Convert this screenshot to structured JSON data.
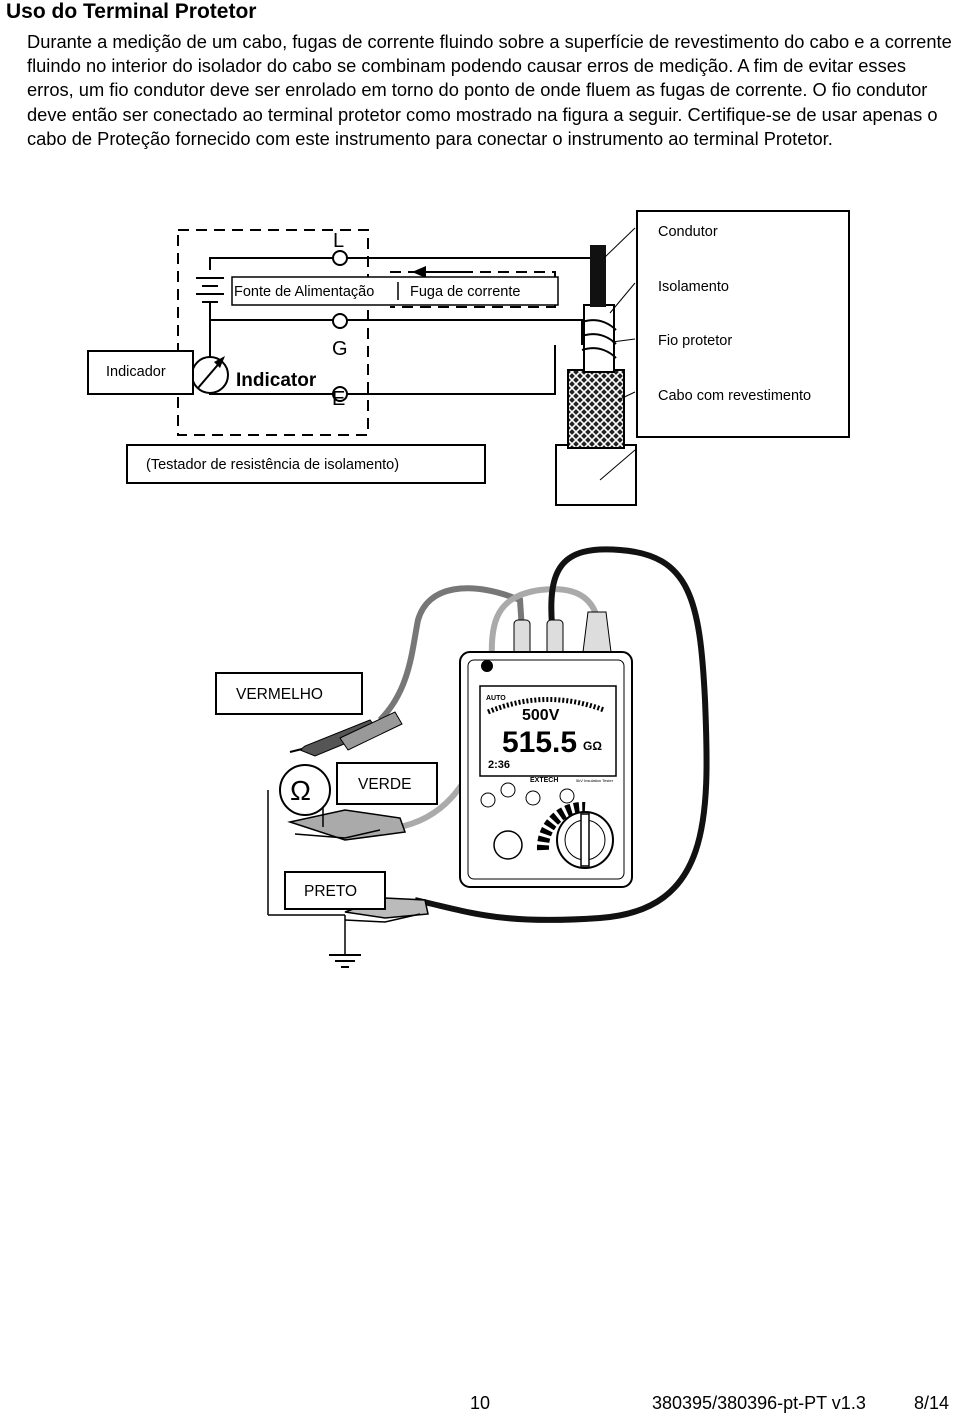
{
  "heading": "Uso do Terminal Protetor",
  "paragraph": "Durante a medição de um cabo, fugas de corrente fluindo sobre a superfície de revestimento do cabo e a corrente fluindo no interior do isolador do cabo se combinam  podendo causar erros de medição. A fim de evitar esses erros, um fio condutor deve ser enrolado em torno do ponto de onde fluem as fugas de corrente. O fio condutor deve então ser conectado ao terminal protetor como mostrado na figura a seguir. Certifique-se de usar apenas o cabo de Proteção fornecido com este instrumento para conectar o instrumento ao terminal Protetor.",
  "diagram1": {
    "terminal_l": "L",
    "terminal_g": "G",
    "terminal_e": "E",
    "indicator_text": "Indicator",
    "power_source": "Fonte de Alimentação",
    "leakage_current": "Fuga de corrente",
    "indicator_box": "Indicador",
    "tester_box": "(Testador de resistência de isolamento)",
    "legend": [
      "Condutor",
      "Isolamento",
      "Fio protetor",
      "Cabo com revestimento"
    ]
  },
  "diagram2": {
    "red_label": "VERMELHO",
    "green_label": "VERDE",
    "black_label": "PRETO",
    "ohm_symbol": "Ω",
    "meter": {
      "mode": "AUTO",
      "voltage": "500V",
      "reading": "515.5",
      "unit": "GΩ",
      "timer": "2:36",
      "brand": "EXTECH",
      "model_line": "5kV Insulation Tester"
    }
  },
  "footer": {
    "page_number": "10",
    "doc_id": "380395/380396-pt-PT v1.3",
    "page_of": "8/14"
  }
}
